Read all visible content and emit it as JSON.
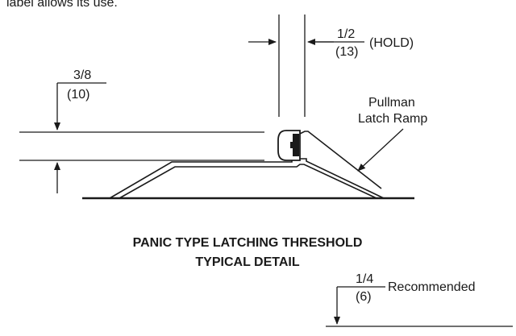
{
  "header_fragment": "label allows its use.",
  "dimensions": {
    "latch_gap": {
      "numerator": "1/2",
      "denominator": "(13)",
      "note": "(HOLD)"
    },
    "threshold_height": {
      "numerator": "3/8",
      "denominator": "(10)"
    },
    "recommended_offset": {
      "numerator": "1/4",
      "denominator": "(6)",
      "note": "Recommended"
    }
  },
  "callout": {
    "line1": "Pullman",
    "line2": "Latch Ramp"
  },
  "caption": {
    "line1": "PANIC TYPE LATCHING THRESHOLD",
    "line2": "TYPICAL DETAIL"
  },
  "colors": {
    "ink": "#1a1a1a",
    "background": "#ffffff"
  }
}
